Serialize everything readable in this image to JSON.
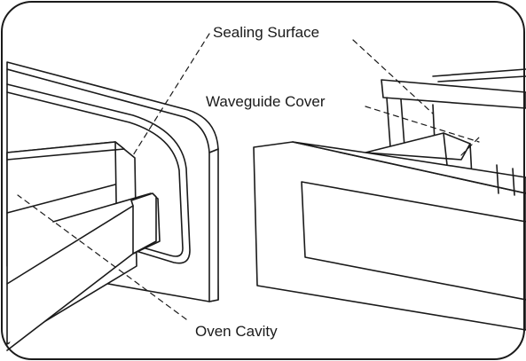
{
  "labels": {
    "sealing_surface": "Sealing Surface",
    "waveguide_cover": "Waveguide Cover",
    "oven_cavity": "Oven Cavity"
  },
  "colors": {
    "line": "#1a1a1a",
    "fill": "#ffffff",
    "inner_shade": "#f2f2f2"
  }
}
